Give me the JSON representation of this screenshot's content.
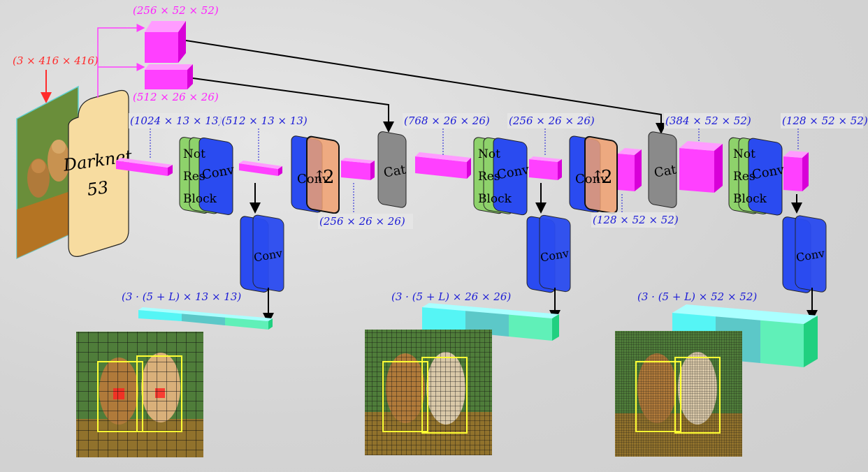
{
  "input": {
    "label": "(3 × 416 × 416)",
    "color": "#ff2a2a"
  },
  "backbone": {
    "line1": "Darknet",
    "line2": "53"
  },
  "skip_labels": {
    "top": "(256 × 52 × 52)",
    "mid": "(512 × 26 × 26)"
  },
  "scale1": {
    "feat_label": "(1024 × 13 × 13)",
    "res_words": [
      "Not",
      "Res",
      "Block"
    ],
    "conv": "Conv",
    "out_label": "(512 × 13 × 13)",
    "head_conv": "Conv",
    "head_label": "(3 · (5 + L) × 13 × 13)"
  },
  "upsample1": {
    "conv": "Conv",
    "factor": "2",
    "out_label": "(256 × 26 × 26)"
  },
  "cat1": {
    "label": "Cat",
    "out_label": "(768 × 26 × 26)"
  },
  "scale2": {
    "res_words": [
      "Not",
      "Res",
      "Block"
    ],
    "conv": "Conv",
    "out_label": "(256 × 26 × 26)",
    "head_conv": "Conv",
    "head_label": "(3 · (5 + L) × 26 × 26)"
  },
  "upsample2": {
    "conv": "Conv",
    "factor": "2",
    "out_label": "(128 × 52 × 52)"
  },
  "cat2": {
    "label": "Cat",
    "out_label": "(384 × 52 × 52)"
  },
  "scale3": {
    "res_words": [
      "Not",
      "Res",
      "Block"
    ],
    "conv": "Conv",
    "out_label": "(128 × 52 × 52)",
    "head_conv": "Conv",
    "head_label": "(3 · (5 + L) × 52 × 52)"
  },
  "colors": {
    "magenta": "#ff40ff",
    "label_blue": "#1a1ad6",
    "conv_blue": "#2a4bf0",
    "res_green": "#8ed26b",
    "up_orange": "#f0a070",
    "cat_gray": "#8a8a8a",
    "backbone_tan": "#f7dca0",
    "cyan": "#55f5f5",
    "teal": "#5cc8c8",
    "mint": "#60f0b8",
    "grid_box": "#ffff33"
  }
}
